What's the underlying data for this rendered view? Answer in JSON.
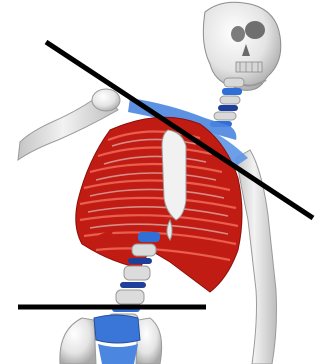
{
  "image": {
    "subject": "skeleton-torso-illustration",
    "colors": {
      "background": "#ffffff",
      "bone": "#e6e6e6",
      "bone_shade": "#b8b8b8",
      "rib_red": "#d9271c",
      "rib_dark": "#9c1410",
      "spine_blue": "#2f6fd6",
      "disc_blue": "#1f3f9a",
      "line": "#000000"
    },
    "lines": [
      {
        "name": "upper-reference-line"
      },
      {
        "name": "lower-reference-line"
      }
    ]
  }
}
